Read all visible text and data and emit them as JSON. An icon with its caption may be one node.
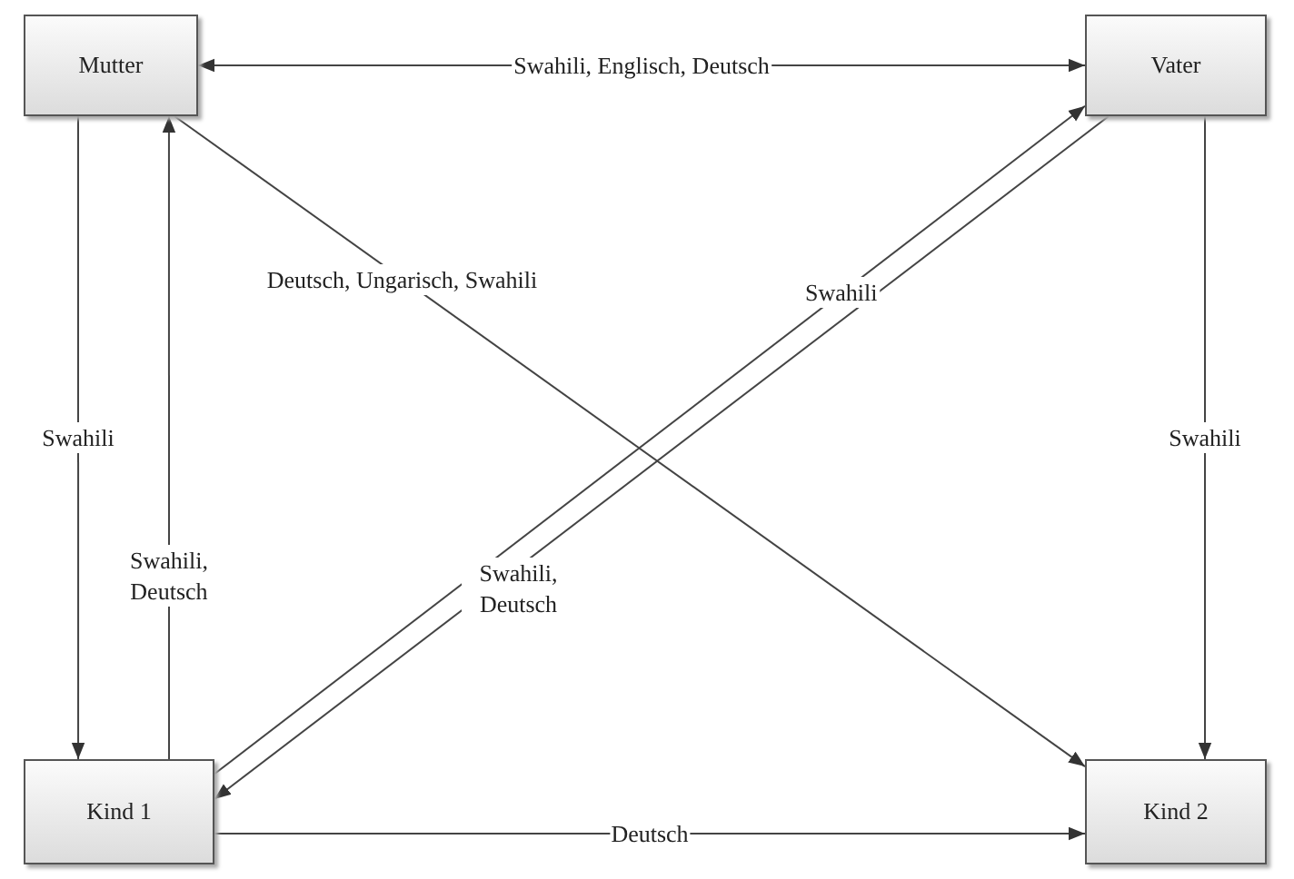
{
  "diagram": {
    "nodes": [
      {
        "text": [
          "Mutter"
        ]
      },
      {
        "text": [
          "Vater"
        ]
      },
      {
        "text": [
          "Kind 1"
        ]
      },
      {
        "text": [
          "Kind 2"
        ]
      }
    ],
    "edges": [
      {
        "from": 0,
        "to": 1,
        "arrow": "both",
        "label": "Swahili, Englisch, Deutsch"
      },
      {
        "from": 0,
        "to": 2,
        "arrow": "to",
        "label": "Swahili"
      },
      {
        "from": 2,
        "to": 0,
        "arrow": "to",
        "label": "Swahili, Deutsch"
      },
      {
        "from": 0,
        "to": 3,
        "arrow": "to",
        "label": "Deutsch, Ungarisch, Swahili"
      },
      {
        "from": 2,
        "to": 1,
        "arrow": "to",
        "label": "Swahili"
      },
      {
        "from": 1,
        "to": 2,
        "arrow": "to",
        "label": "Swahili, Deutsch"
      },
      {
        "from": 1,
        "to": 3,
        "arrow": "to",
        "label": "Swahili"
      },
      {
        "from": 2,
        "to": 3,
        "arrow": "to",
        "label": "Deutsch"
      }
    ]
  }
}
